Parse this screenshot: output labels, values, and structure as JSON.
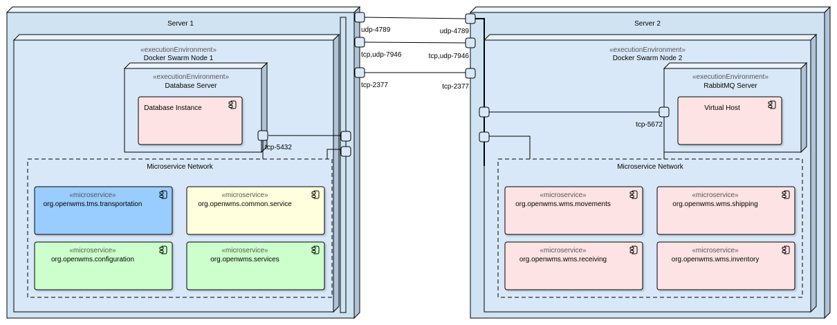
{
  "colors": {
    "server_face": "#cfe3f2",
    "node_face": "#d8e8f8",
    "side_shade": "#b0c4d8",
    "top_face": "#eaf4fb",
    "component_pink": "#fde3e3",
    "component_blue": "#99ccff",
    "component_yellow": "#ffffdd",
    "component_green": "#ccffcc",
    "port_fill": "#d8e8f8",
    "line": "#000000"
  },
  "servers": [
    {
      "title": "Server 1",
      "node": {
        "stereotype": "«executionEnvironment»",
        "name": "Docker Swarm Node 1",
        "inner_env": {
          "stereotype": "«executionEnvironment»",
          "name": "Database Server",
          "component": {
            "name": "Database Instance",
            "icon": "component-icon",
            "color": "#fde3e3"
          },
          "port_label": "tcp-5432"
        },
        "network": {
          "name": "Microservice Network",
          "services": [
            {
              "stereotype": "«microservice»",
              "name": "org.openwms.tms.transportation",
              "color": "#99ccff"
            },
            {
              "stereotype": "«microservice»",
              "name": "org.openwms.common.service",
              "color": "#ffffdd"
            },
            {
              "stereotype": "«microservice»",
              "name": "org.openwms.configuration",
              "color": "#ccffcc"
            },
            {
              "stereotype": "«microservice»",
              "name": "org.openwms.services",
              "color": "#ccffcc"
            }
          ]
        }
      },
      "ports": [
        "udp-4789",
        "tcp,udp-7946",
        "tcp-2377"
      ]
    },
    {
      "title": "Server 2",
      "node": {
        "stereotype": "«executionEnvironment»",
        "name": "Docker Swarm Node 2",
        "inner_env": {
          "stereotype": "«executionEnvironment»",
          "name": "RabbitMQ Server",
          "component": {
            "name": "Virtual Host",
            "icon": "component-icon",
            "color": "#fde3e3"
          },
          "port_label": "tcp-5672"
        },
        "network": {
          "name": "Microservice Network",
          "services": [
            {
              "stereotype": "«microservice»",
              "name": "org.openwms.wms.movements",
              "color": "#fde3e3"
            },
            {
              "stereotype": "«microservice»",
              "name": "org.openwms.wms.shipping",
              "color": "#fde3e3"
            },
            {
              "stereotype": "«microservice»",
              "name": "org.openwms.wms.receiving",
              "color": "#fde3e3"
            },
            {
              "stereotype": "«microservice»",
              "name": "org.openwms.wms.inventory",
              "color": "#fde3e3"
            }
          ]
        }
      },
      "ports": [
        "udp-4789",
        "tcp,udp-7946",
        "tcp-2377"
      ]
    }
  ],
  "connections": [
    {
      "from": "Server 1:udp-4789",
      "to": "Server 2:udp-4789"
    },
    {
      "from": "Server 1:tcp,udp-7946",
      "to": "Server 2:tcp,udp-7946"
    },
    {
      "from": "Server 1:tcp-2377",
      "to": "Server 2:tcp-2377"
    }
  ]
}
